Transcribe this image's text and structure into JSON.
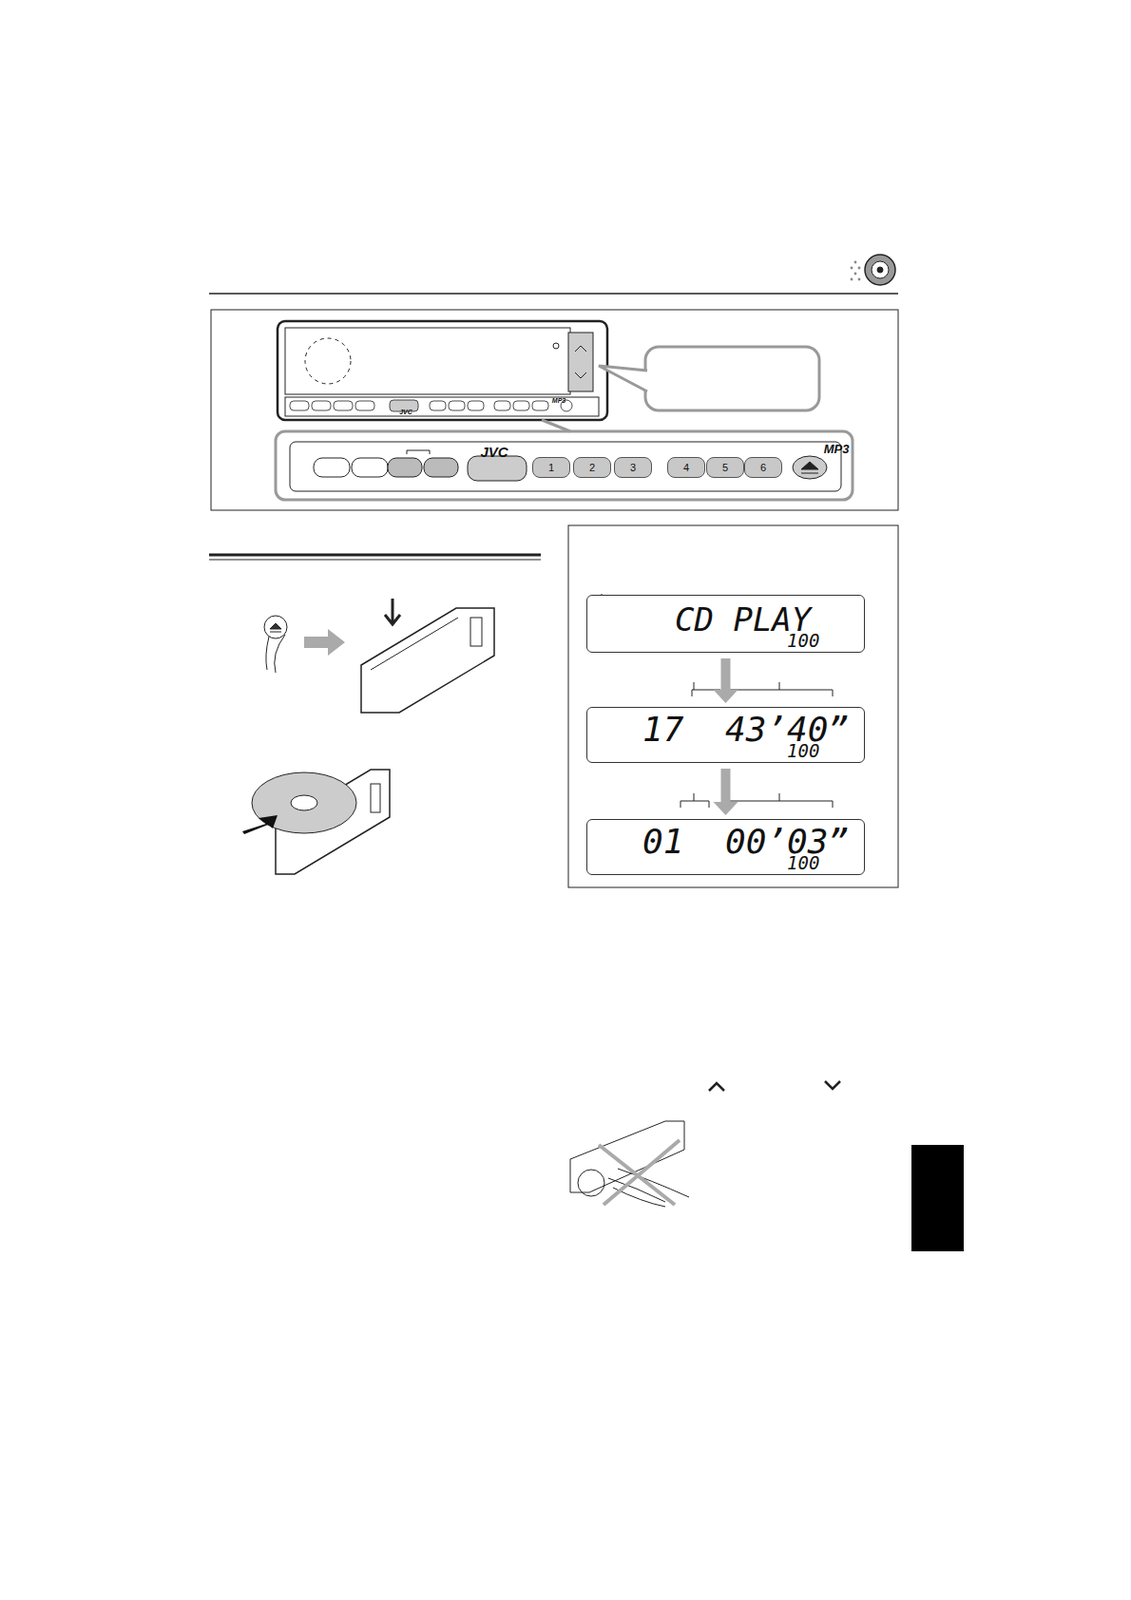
{
  "diagram": {
    "nodes": [
      {
        "text": [
          "CD PLAY",
          "100"
        ]
      },
      {
        "text": [
          "17",
          "43’40”",
          "100"
        ]
      },
      {
        "text": [
          "01",
          "00’03”",
          "100"
        ]
      },
      {
        "text": [
          "1"
        ]
      },
      {
        "text": [
          "2"
        ]
      },
      {
        "text": [
          "3"
        ]
      },
      {
        "text": [
          "4"
        ]
      },
      {
        "text": [
          "5"
        ]
      },
      {
        "text": [
          "6"
        ]
      }
    ],
    "edges": [
      {
        "from": 0,
        "to": 1,
        "arrow": "to"
      },
      {
        "from": 1,
        "to": 2,
        "arrow": "to"
      }
    ],
    "labels": [
      "JVC",
      "MP3",
      "JVC",
      "MP3"
    ]
  }
}
